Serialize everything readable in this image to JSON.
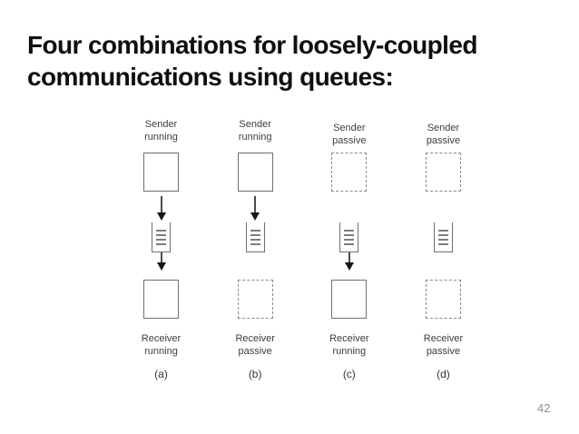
{
  "slide": {
    "title": {
      "line1": "Four combinations for loosely-coupled",
      "line2": "communications using queues:"
    },
    "page_number": "42",
    "colors": {
      "title_text": "#0f0f0f",
      "diagram_stroke": "#6f6f6f",
      "dashed_stroke": "#8a8a8a",
      "label_text": "#3c3c3c",
      "arrow_head": "#161616",
      "page_number_text": "#909090",
      "background": "#ffffff"
    }
  },
  "diagram": {
    "icons": {
      "queue": "queue-icon",
      "arrow": "arrow-down-icon"
    },
    "columns": [
      {
        "caption": "(a)",
        "sender_label_line1": "Sender",
        "sender_label_line2": "running",
        "sender_state": "running",
        "arrow_sender_to_queue": true,
        "arrow_queue_to_receiver": true,
        "receiver_label_line1": "Receiver",
        "receiver_label_line2": "running",
        "receiver_state": "running"
      },
      {
        "caption": "(b)",
        "sender_label_line1": "Sender",
        "sender_label_line2": "running",
        "sender_state": "running",
        "arrow_sender_to_queue": true,
        "arrow_queue_to_receiver": false,
        "receiver_label_line1": "Receiver",
        "receiver_label_line2": "passive",
        "receiver_state": "passive"
      },
      {
        "caption": "(c)",
        "sender_label_line1": "Sender",
        "sender_label_line2": "passive",
        "sender_state": "passive",
        "arrow_sender_to_queue": false,
        "arrow_queue_to_receiver": true,
        "receiver_label_line1": "Receiver",
        "receiver_label_line2": "running",
        "receiver_state": "running"
      },
      {
        "caption": "(d)",
        "sender_label_line1": "Sender",
        "sender_label_line2": "passive",
        "sender_state": "passive",
        "arrow_sender_to_queue": false,
        "arrow_queue_to_receiver": false,
        "receiver_label_line1": "Receiver",
        "receiver_label_line2": "passive",
        "receiver_state": "passive"
      }
    ]
  }
}
